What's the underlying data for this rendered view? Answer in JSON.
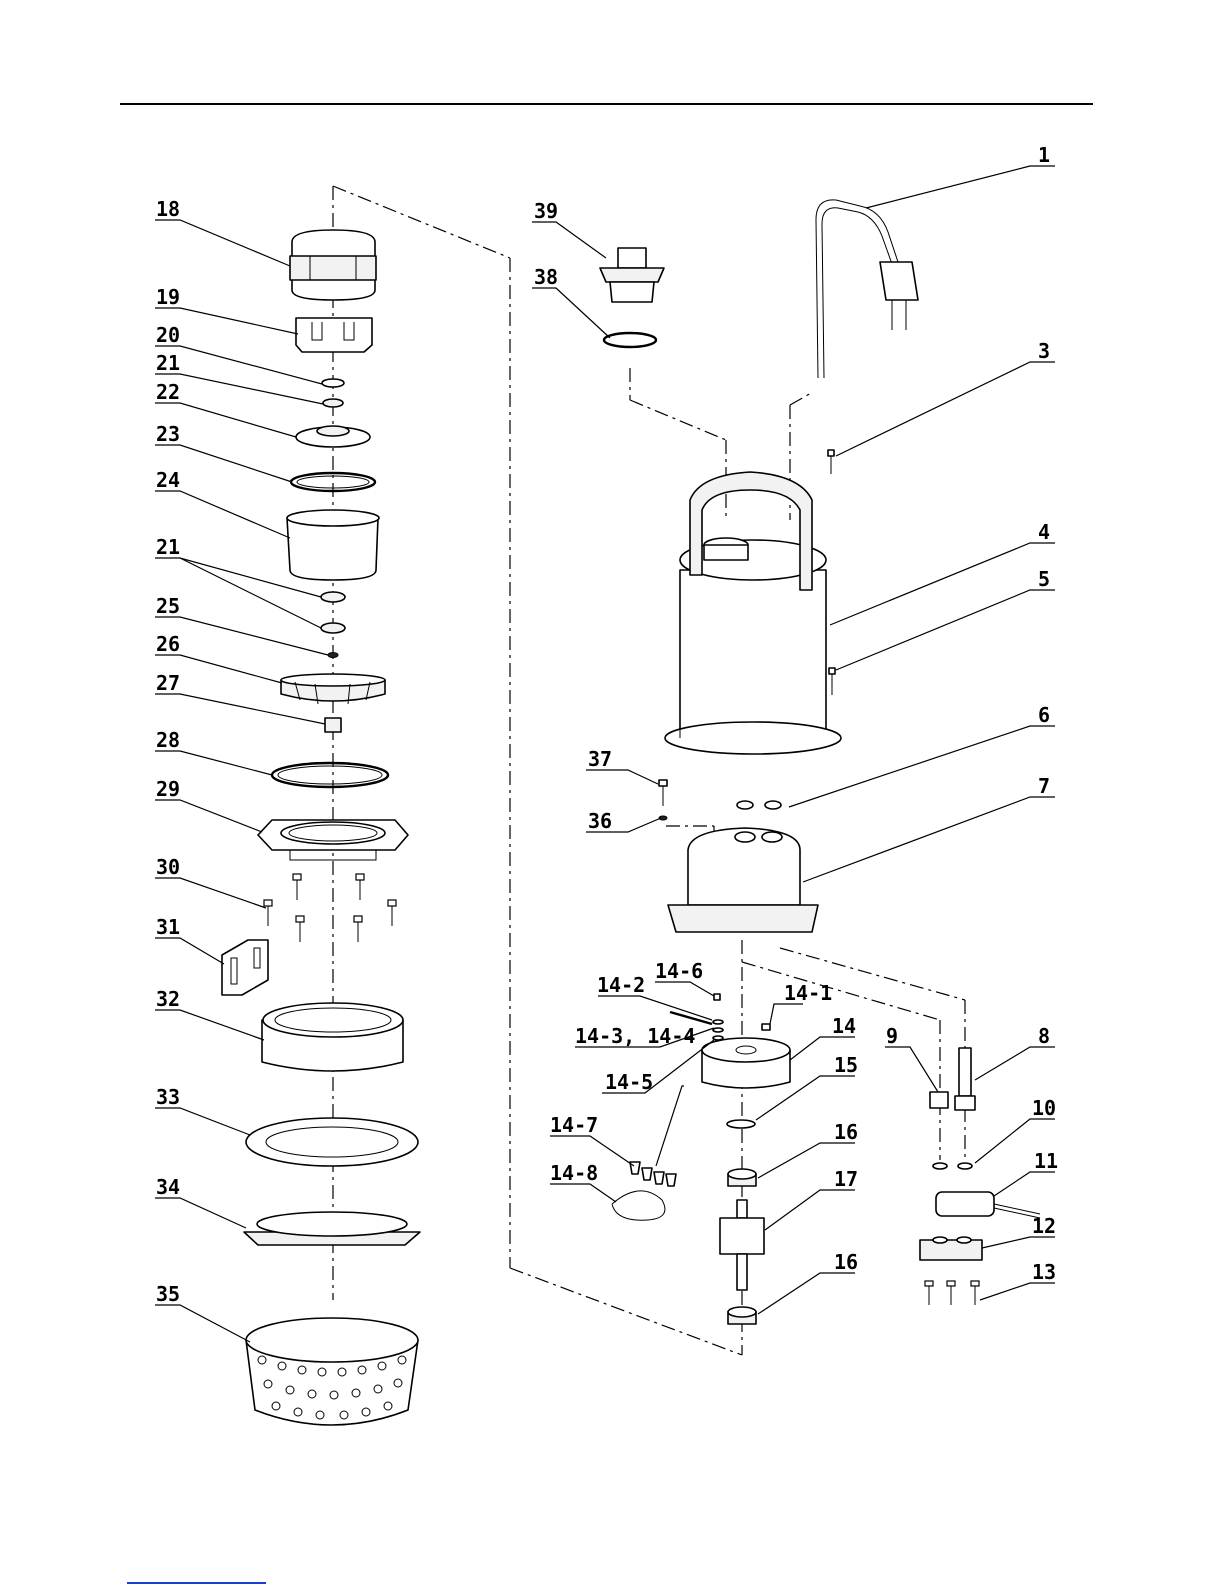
{
  "callouts": [
    {
      "id": "c1",
      "text": "1"
    },
    {
      "id": "c3",
      "text": "3"
    },
    {
      "id": "c4",
      "text": "4"
    },
    {
      "id": "c5",
      "text": "5"
    },
    {
      "id": "c6",
      "text": "6"
    },
    {
      "id": "c7",
      "text": "7"
    },
    {
      "id": "c8",
      "text": "8"
    },
    {
      "id": "c9",
      "text": "9"
    },
    {
      "id": "c10",
      "text": "10"
    },
    {
      "id": "c11",
      "text": "11"
    },
    {
      "id": "c12",
      "text": "12"
    },
    {
      "id": "c13",
      "text": "13"
    },
    {
      "id": "c14",
      "text": "14"
    },
    {
      "id": "c14_1",
      "text": "14-1"
    },
    {
      "id": "c14_2",
      "text": "14-2"
    },
    {
      "id": "c14_3",
      "text": "14-3, 14-4"
    },
    {
      "id": "c14_5",
      "text": "14-5"
    },
    {
      "id": "c14_6",
      "text": "14-6"
    },
    {
      "id": "c14_7",
      "text": "14-7"
    },
    {
      "id": "c14_8",
      "text": "14-8"
    },
    {
      "id": "c15",
      "text": "15"
    },
    {
      "id": "c16a",
      "text": "16"
    },
    {
      "id": "c16b",
      "text": "16"
    },
    {
      "id": "c17",
      "text": "17"
    },
    {
      "id": "c18",
      "text": "18"
    },
    {
      "id": "c19",
      "text": "19"
    },
    {
      "id": "c20",
      "text": "20"
    },
    {
      "id": "c21a",
      "text": "21"
    },
    {
      "id": "c21b",
      "text": "21"
    },
    {
      "id": "c22",
      "text": "22"
    },
    {
      "id": "c23",
      "text": "23"
    },
    {
      "id": "c24",
      "text": "24"
    },
    {
      "id": "c25",
      "text": "25"
    },
    {
      "id": "c26",
      "text": "26"
    },
    {
      "id": "c27",
      "text": "27"
    },
    {
      "id": "c28",
      "text": "28"
    },
    {
      "id": "c29",
      "text": "29"
    },
    {
      "id": "c30",
      "text": "30"
    },
    {
      "id": "c31",
      "text": "31"
    },
    {
      "id": "c32",
      "text": "32"
    },
    {
      "id": "c33",
      "text": "33"
    },
    {
      "id": "c34",
      "text": "34"
    },
    {
      "id": "c35",
      "text": "35"
    },
    {
      "id": "c36",
      "text": "36"
    },
    {
      "id": "c37",
      "text": "37"
    },
    {
      "id": "c38",
      "text": "38"
    },
    {
      "id": "c39",
      "text": "39"
    }
  ],
  "colors": {
    "line": "#000000",
    "footer_link": "#1a3fd6"
  }
}
